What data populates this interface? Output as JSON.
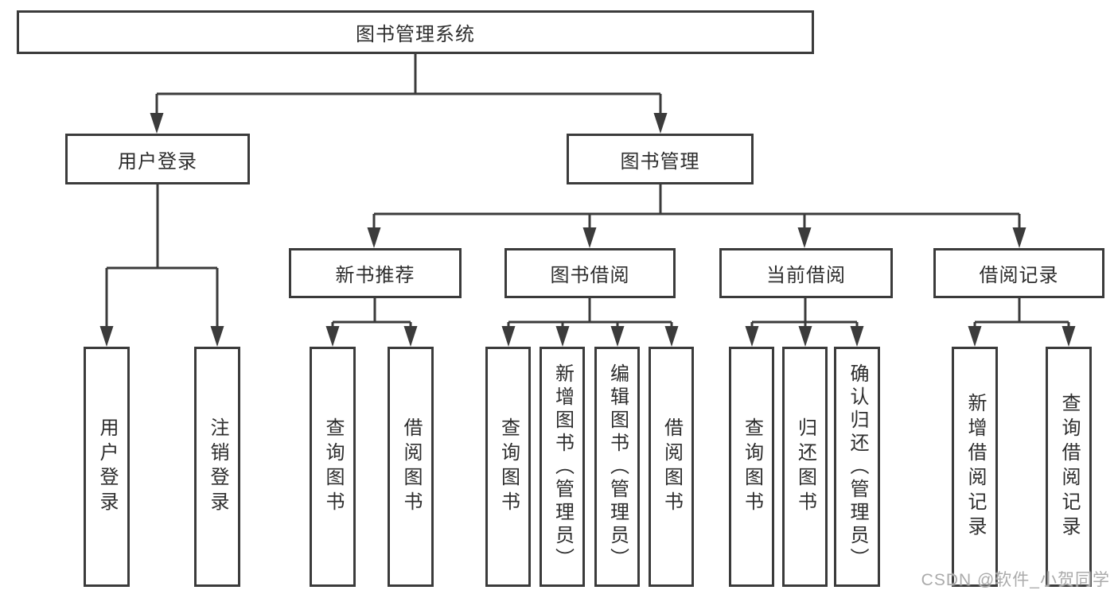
{
  "diagram_title": "图书管理系统",
  "colors": {
    "line": "#3b3b3b",
    "text": "#2d2d2d",
    "box_background": "#ffffff",
    "watermark": "#ababab"
  },
  "tree": {
    "label": "图书管理系统",
    "children": [
      {
        "label": "用户登录",
        "children": [
          {
            "label": "用户登录"
          },
          {
            "label": "注销登录"
          }
        ]
      },
      {
        "label": "图书管理",
        "children": [
          {
            "label": "新书推荐",
            "children": [
              {
                "label": "查询图书"
              },
              {
                "label": "借阅图书"
              }
            ]
          },
          {
            "label": "图书借阅",
            "children": [
              {
                "label": "查询图书"
              },
              {
                "label": "新增图书（管理员）"
              },
              {
                "label": "编辑图书（管理员）"
              },
              {
                "label": "借阅图书"
              }
            ]
          },
          {
            "label": "当前借阅",
            "children": [
              {
                "label": "查询图书"
              },
              {
                "label": "归还图书"
              },
              {
                "label": "确认归还（管理员）"
              }
            ]
          },
          {
            "label": "借阅记录",
            "children": [
              {
                "label": "新增借阅记录"
              },
              {
                "label": "查询借阅记录"
              }
            ]
          }
        ]
      }
    ]
  },
  "watermark": "CSDN @软件_小贺同学"
}
